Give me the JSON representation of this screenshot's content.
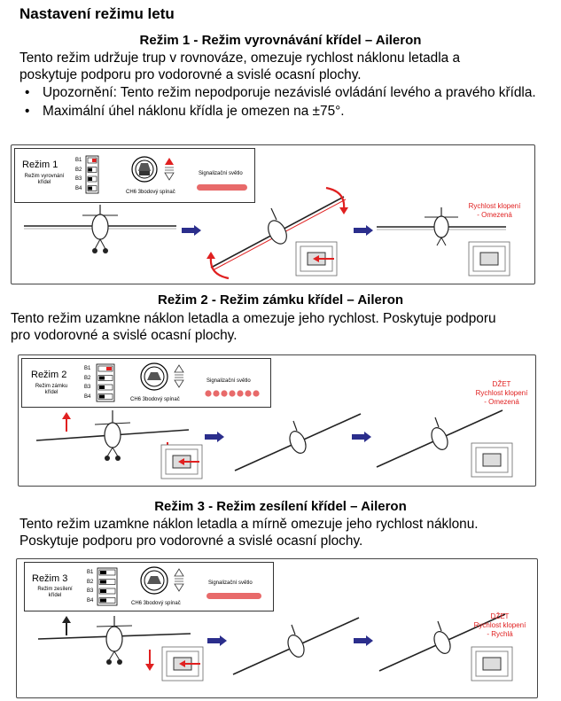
{
  "title": "Nastavení režimu letu",
  "modes": [
    {
      "heading": "Režim 1 - Režim vyrovnávání křídel – Aileron",
      "paragraph": [
        "Tento režim udržuje trup v rovnováze, omezuje rychlost náklonu letadla a",
        "poskytuje podporu pro vodorovné a svislé ocasní plochy."
      ],
      "notes": [
        "Upozornění: Tento režim nepodporuje nezávislé ovládání levého a pravého křídla.",
        "Maximální úhel náklonu křídla je omezen na ±75°."
      ],
      "diagram": {
        "mode_name": "Režim 1",
        "mode_sub": [
          "Režim vyrovnání",
          "křídel"
        ],
        "switches": [
          "B1",
          "B2",
          "B3",
          "B4"
        ],
        "switch_label": "CH6 3bodový spínač",
        "signal_label": "Signalizační světlo",
        "signal_style": "solid",
        "result": [
          "Rychlost klopení",
          "- Omezená"
        ]
      }
    },
    {
      "heading": "Režim 2 - Režim zámku křídel – Aileron",
      "paragraph": [
        "Tento režim uzamkne náklon letadla a omezuje jeho rychlost. Poskytuje podporu",
        "pro vodorovné a svislé ocasní plochy."
      ],
      "diagram": {
        "mode_name": "Režim 2",
        "mode_sub": [
          "Režim zámku",
          "křídel"
        ],
        "switches": [
          "B1",
          "B2",
          "B3",
          "B4"
        ],
        "switch_label": "CH6 3bodový spínač",
        "signal_label": "Signalizační světlo",
        "signal_style": "dots",
        "result": [
          "DŽET",
          "Rychlost klopení",
          "- Omezená"
        ]
      }
    },
    {
      "heading": "Režim 3 - Režim zesílení křídel – Aileron",
      "paragraph": [
        "Tento režim uzamkne náklon letadla a mírně omezuje jeho rychlost náklonu.",
        "Poskytuje podporu pro vodorovné a svislé ocasní plochy."
      ],
      "diagram": {
        "mode_name": "Režim 3",
        "mode_sub": [
          "Režim zesílení",
          "křídel"
        ],
        "switches": [
          "B1",
          "B2",
          "B3",
          "B4"
        ],
        "switch_label": "CH6 3bodový spínač",
        "signal_label": "Signalizační světlo",
        "signal_style": "solid",
        "result": [
          "DŽET",
          "Rychlost klopení",
          "- Rychlá"
        ]
      }
    }
  ],
  "colors": {
    "accent_red": "#e02020",
    "signal_red": "#e86a6a",
    "arrow_navy": "#2b2e8c"
  }
}
